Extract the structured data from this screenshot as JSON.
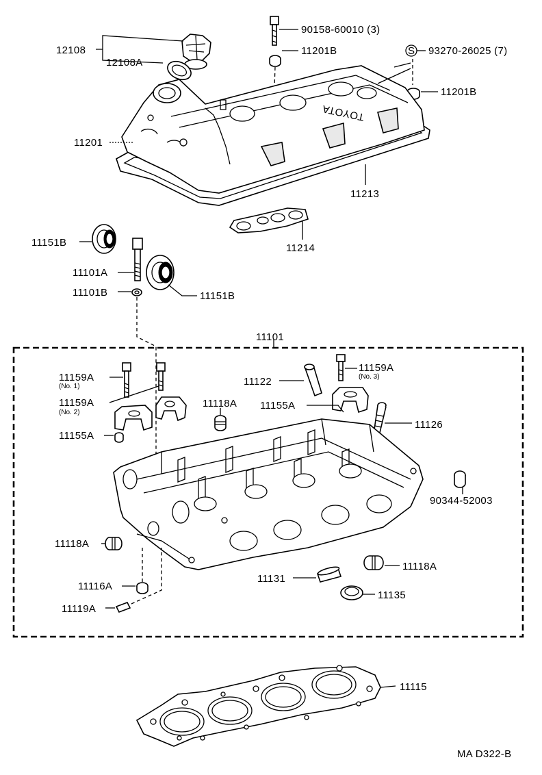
{
  "diagram": {
    "brand_text": "TOYOTA",
    "reference_code": "MA D322-B",
    "parts": {
      "p12108": "12108",
      "p12108A": "12108A",
      "p90158": "90158-60010 (3)",
      "p11201B_top": "11201B",
      "p93270": "93270-26025 (7)",
      "p93270_symbol": "S",
      "p11201B_right": "11201B",
      "p11201": "11201",
      "p11213": "11213",
      "p11214": "11214",
      "p11151B_left": "11151B",
      "p11101A": "11101A",
      "p11101B": "11101B",
      "p11151B_right": "11151B",
      "p11101": "11101",
      "p11159A_no1": "11159A",
      "p11159A_no1_note": "(No. 1)",
      "p11159A_no2": "11159A",
      "p11159A_no2_note": "(No. 2)",
      "p11159A_no3": "11159A",
      "p11159A_no3_note": "(No. 3)",
      "p11122": "11122",
      "p11118A_top": "11118A",
      "p11155A_right": "11155A",
      "p11155A_left": "11155A",
      "p11126": "11126",
      "p90344": "90344-52003",
      "p11118A_left": "11118A",
      "p11118A_right": "11118A",
      "p11131": "11131",
      "p11135": "11135",
      "p11116A": "11116A",
      "p11119A": "11119A",
      "p11115": "11115"
    }
  }
}
